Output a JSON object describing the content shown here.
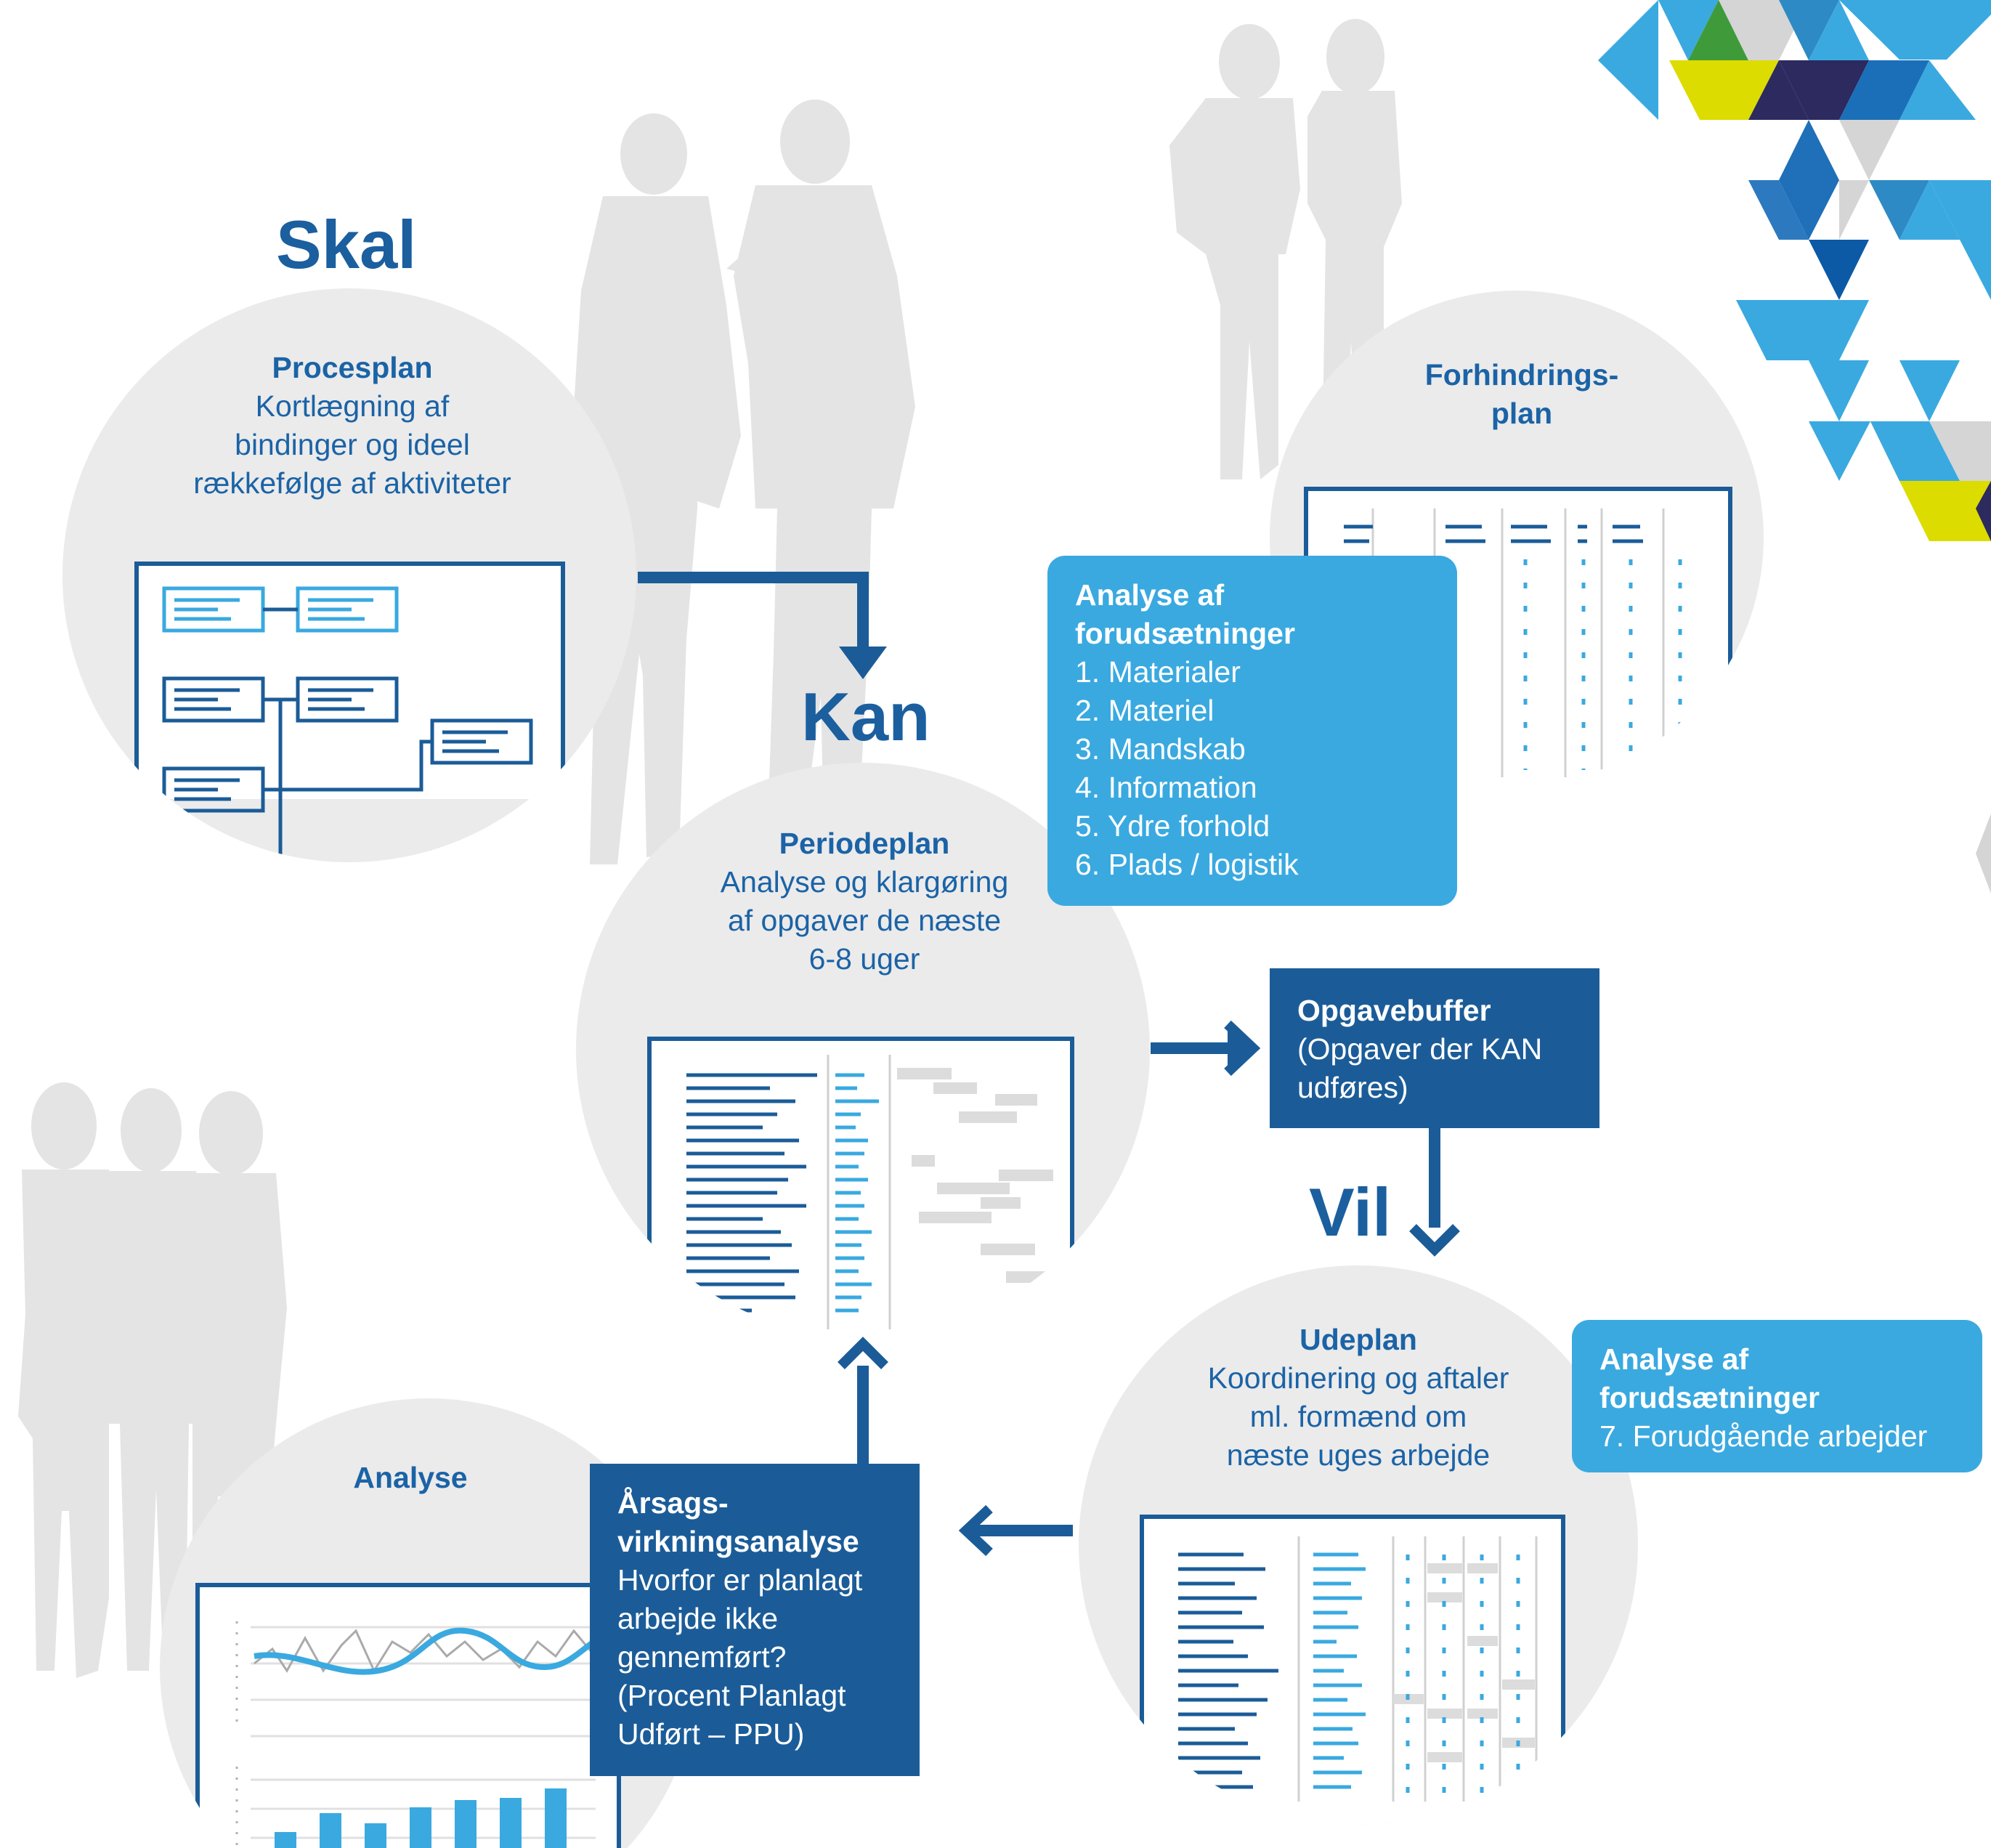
{
  "headings": {
    "skal": "Skal",
    "kan": "Kan",
    "vil": "Vil"
  },
  "procesplan": {
    "title": "Procesplan",
    "lines": [
      "Kortlægning af",
      "bindinger og ideel",
      "rækkefølge af aktiviteter"
    ]
  },
  "forhindringsplan": {
    "title_lines": [
      "Forhindrings-",
      "plan"
    ]
  },
  "periodeplan": {
    "title": "Periodeplan",
    "lines": [
      "Analyse og klargøring",
      "af opgaver de næste",
      "6-8 uger"
    ]
  },
  "udeplan": {
    "title": "Udeplan",
    "lines": [
      "Koordinering og aftaler",
      "ml. formænd om",
      "næste uges arbejde"
    ]
  },
  "analyse": {
    "title": "Analyse"
  },
  "forudsaetninger_1": {
    "title_lines": [
      "Analyse af",
      "forudsætninger"
    ],
    "items": [
      "1. Materialer",
      "2. Materiel",
      "3. Mandskab",
      "4. Information",
      "5. Ydre forhold",
      "6. Plads / logistik"
    ]
  },
  "forudsaetninger_2": {
    "title_lines": [
      "Analyse af",
      "forudsætninger"
    ],
    "items": [
      "7. Forudgående arbejder"
    ]
  },
  "opgavebuffer": {
    "title": "Opgavebuffer",
    "lines": [
      "(Opgaver der KAN",
      "udføres)"
    ]
  },
  "aarsagsanalyse": {
    "title_lines": [
      "Årsags-",
      "virkningsanalyse"
    ],
    "lines": [
      "Hvorfor er planlagt",
      "arbejde ikke",
      "gennemført?",
      "(Procent Planlagt",
      "Udført – PPU)"
    ]
  },
  "colors": {
    "dark_blue": "#1b5c98",
    "light_blue": "#3aa9e0",
    "circle_gray": "#ebebeb",
    "silhouette_gray": "#e4e4e4",
    "lime": "#dcdc00",
    "green": "#3f9b3a",
    "navy": "#2c2a5e"
  },
  "icons": [
    "people-silhouette",
    "line-chart",
    "bar-chart",
    "gantt-chart",
    "table-chart"
  ]
}
